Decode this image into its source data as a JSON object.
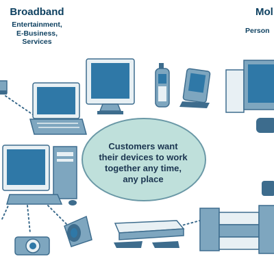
{
  "headers": {
    "left": {
      "title": "Broadband",
      "subtitle_lines": [
        "Entertainment,",
        "E-Business,",
        "Services"
      ]
    },
    "right": {
      "title": "Mol",
      "subtitle_lines": [
        "Person"
      ]
    }
  },
  "center": {
    "lines": [
      "Customers want",
      "their devices to work",
      "together any time,",
      "any place"
    ]
  },
  "colors": {
    "ellipse_fill": "#bfe0db",
    "ellipse_stroke": "#6a98a6",
    "device_light": "#e8f0f4",
    "device_mid": "#7ea6bf",
    "device_dark": "#3d6c8d",
    "screen": "#2f78a7",
    "heading": "#0c3f5f",
    "connector": "#3d6c8d"
  },
  "icons": [
    "router-icon",
    "laptop-icon",
    "crt-monitor-icon",
    "mobile-phone-icon",
    "pda-icon",
    "desktop-tower-icon",
    "desktop-pc-icon",
    "digital-camera-icon",
    "video-camera-icon",
    "set-top-box-icon",
    "stereo-system-icon"
  ]
}
